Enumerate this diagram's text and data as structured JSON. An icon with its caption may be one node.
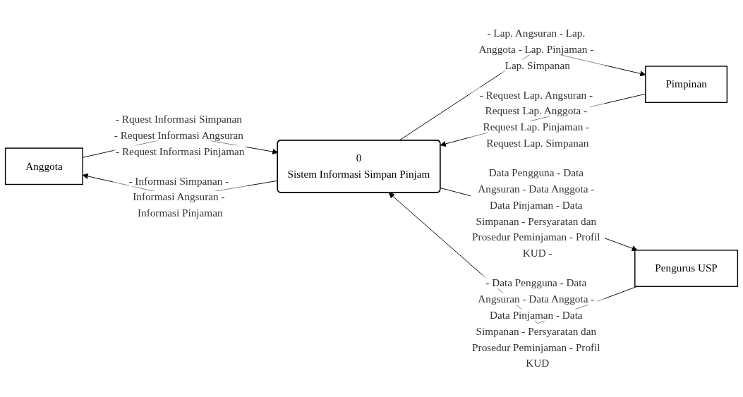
{
  "diagram": {
    "nodes": [
      {
        "text": [
          "Anggota"
        ]
      },
      {
        "text": [
          "0",
          "Sistem Informasi Simpan Pinjam"
        ]
      },
      {
        "text": [
          "Pimpinan"
        ]
      },
      {
        "text": [
          "Pengurus USP"
        ]
      }
    ],
    "edges": [
      {
        "from": 0,
        "to": 1,
        "arrow": "to",
        "label": "- Rquest Informasi Simpanan - Request Informasi Angsuran - Request Informasi Pinjaman"
      },
      {
        "from": 1,
        "to": 0,
        "arrow": "to",
        "label": "- Informasi Simpanan - Informasi Angsuran - Informasi Pinjaman"
      },
      {
        "from": 2,
        "to": 1,
        "arrow": "to",
        "label": "- Request Lap. Angsuran - Request Lap. Anggota - Request Lap. Pinjaman - Request Lap. Simpanan"
      },
      {
        "from": 1,
        "to": 2,
        "arrow": "to",
        "label": "- Lap. Angsuran - Lap. Anggota - Lap. Pinjaman - Lap. Simpanan"
      },
      {
        "from": 1,
        "to": 3,
        "arrow": "to",
        "label": "Data Pengguna - Data Angsuran - Data Anggota - Data Pinjaman - Data Simpanan - Persyaratan dan Prosedur Peminjaman - Profil KUD -"
      },
      {
        "from": 3,
        "to": 1,
        "arrow": "to",
        "label": "- Data Pengguna - Data Angsuran - Data Anggota - Data Pinjaman - Data Simpanan - Persyaratan dan Prosedur Peminjaman - Profil KUD"
      }
    ]
  }
}
